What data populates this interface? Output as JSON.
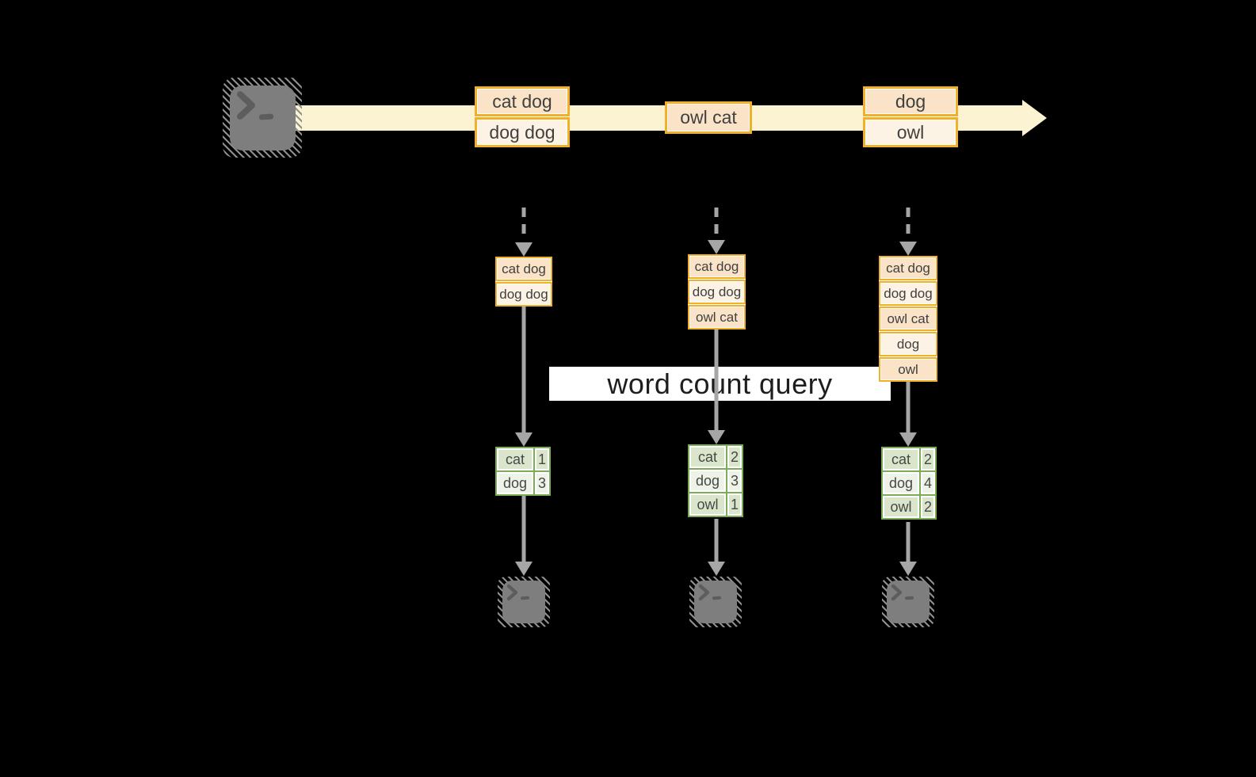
{
  "background_color": "#000000",
  "colors": {
    "stream_band": "#fcf3d2",
    "box_border": "#f0b02a",
    "box_fill_dark": "#fbe3c7",
    "box_fill_light": "#fdf3e4",
    "table_border": "#7bac57",
    "table_fill_dark": "#d9e6cb",
    "table_fill_light": "#eef3e7",
    "arrow_gray": "#a6a6a6",
    "terminal_gray": "#7e7e7e",
    "text": "#404040",
    "query_text": "#1e1e1e",
    "query_band": "#ffffff"
  },
  "stream": {
    "source_icon": "terminal",
    "events": [
      {
        "cells": [
          "cat dog",
          "dog dog"
        ]
      },
      {
        "cells": [
          "owl cat"
        ]
      },
      {
        "cells": [
          "dog",
          "owl"
        ]
      }
    ]
  },
  "query": {
    "label": "word count query"
  },
  "pipelines": [
    {
      "buffer": [
        "cat dog",
        "dog dog"
      ],
      "counts": [
        {
          "word": "cat",
          "count": "1"
        },
        {
          "word": "dog",
          "count": "3"
        }
      ],
      "sink_icon": "terminal"
    },
    {
      "buffer": [
        "cat dog",
        "dog dog",
        "owl cat"
      ],
      "counts": [
        {
          "word": "cat",
          "count": "2"
        },
        {
          "word": "dog",
          "count": "3"
        },
        {
          "word": "owl",
          "count": "1"
        }
      ],
      "sink_icon": "terminal"
    },
    {
      "buffer": [
        "cat dog",
        "dog dog",
        "owl cat",
        "dog",
        "owl"
      ],
      "counts": [
        {
          "word": "cat",
          "count": "2"
        },
        {
          "word": "dog",
          "count": "4"
        },
        {
          "word": "owl",
          "count": "2"
        }
      ],
      "sink_icon": "terminal"
    }
  ]
}
